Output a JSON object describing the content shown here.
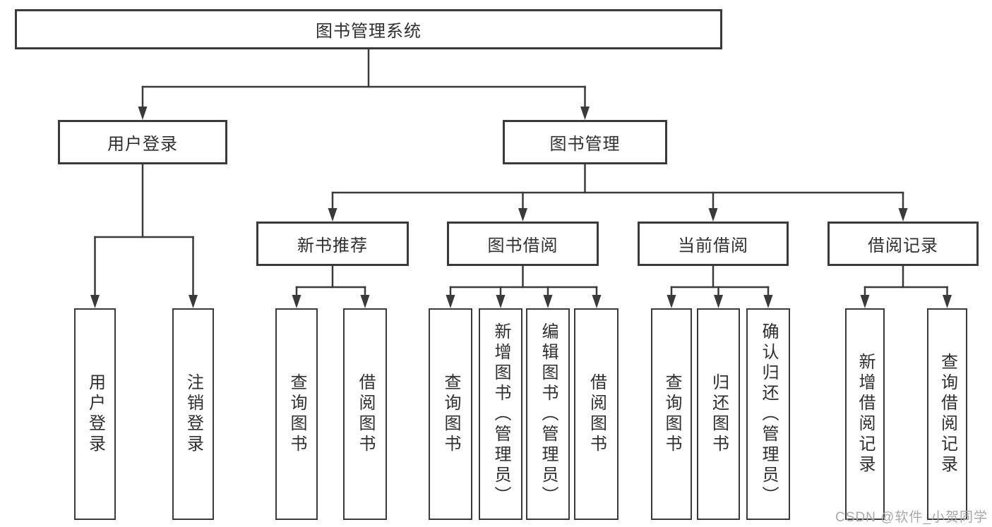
{
  "diagram_title": "图书管理系统",
  "colors": {
    "line": "#3a3a3a",
    "box_border": "#3a3a3a",
    "text": "#2f2f2f",
    "watermark": "#a8a8a8",
    "background": "#ffffff"
  },
  "nodes": {
    "root": "图书管理系统",
    "user_login": "用户登录",
    "book_mgmt": "图书管理",
    "new_book_rec": "新书推荐",
    "book_borrow": "图书借阅",
    "current_borrow": "当前借阅",
    "borrow_records": "借阅记录",
    "leaf_user_login": "用户登录",
    "leaf_logout": "注销登录",
    "leaf_query_book_1": "查询图书",
    "leaf_borrow_book_1": "借阅图书",
    "leaf_query_book_2": "查询图书",
    "leaf_add_book": "新增图书（管理员）",
    "leaf_edit_book": "编辑图书（管理员）",
    "leaf_borrow_book_2": "借阅图书",
    "leaf_query_book_3": "查询图书",
    "leaf_return_book": "归还图书",
    "leaf_confirm_return": "确认归还（管理员）",
    "leaf_add_record": "新增借阅记录",
    "leaf_query_record": "查询借阅记录"
  },
  "hierarchy": {
    "label": "图书管理系统",
    "children": [
      {
        "label": "用户登录",
        "children": [
          {
            "label": "用户登录"
          },
          {
            "label": "注销登录"
          }
        ]
      },
      {
        "label": "图书管理",
        "children": [
          {
            "label": "新书推荐",
            "children": [
              {
                "label": "查询图书"
              },
              {
                "label": "借阅图书"
              }
            ]
          },
          {
            "label": "图书借阅",
            "children": [
              {
                "label": "查询图书"
              },
              {
                "label": "新增图书（管理员）"
              },
              {
                "label": "编辑图书（管理员）"
              },
              {
                "label": "借阅图书"
              }
            ]
          },
          {
            "label": "当前借阅",
            "children": [
              {
                "label": "查询图书"
              },
              {
                "label": "归还图书"
              },
              {
                "label": "确认归还（管理员）"
              }
            ]
          },
          {
            "label": "借阅记录",
            "children": [
              {
                "label": "新增借阅记录"
              },
              {
                "label": "查询借阅记录"
              }
            ]
          }
        ]
      }
    ]
  },
  "watermark": "CSDN @软件_小贺同学"
}
